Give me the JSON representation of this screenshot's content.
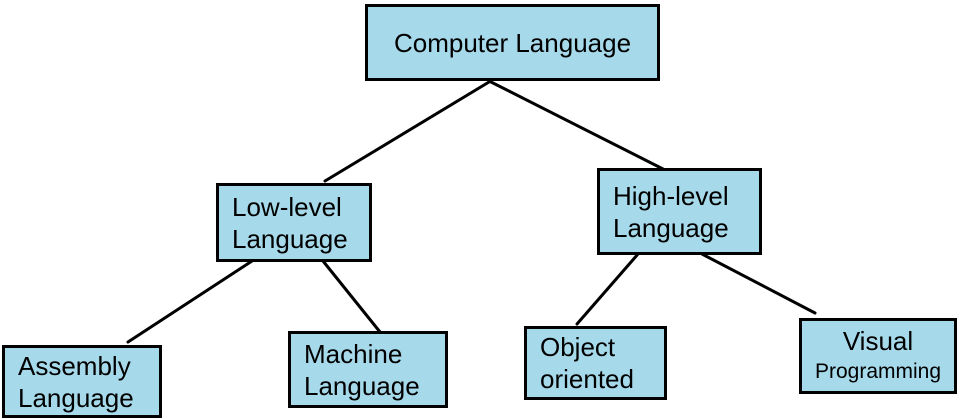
{
  "diagram": {
    "type": "tree",
    "description": "Classification tree of computer languages",
    "nodes": {
      "root": {
        "label": "Computer Language"
      },
      "low": {
        "line1": "Low-level",
        "line2": "Language"
      },
      "high": {
        "line1": "High-level",
        "line2": "Language"
      },
      "assembly": {
        "line1": "Assembly",
        "line2": "Language"
      },
      "machine": {
        "line1": "Machine",
        "line2": "Language"
      },
      "object": {
        "line1": "Object",
        "line2": "oriented"
      },
      "visual": {
        "line1": "Visual",
        "line2": "Programming"
      }
    },
    "edges": [
      {
        "from": "root",
        "to": "low"
      },
      {
        "from": "root",
        "to": "high"
      },
      {
        "from": "low",
        "to": "assembly"
      },
      {
        "from": "low",
        "to": "machine"
      },
      {
        "from": "high",
        "to": "object"
      },
      {
        "from": "high",
        "to": "visual"
      }
    ],
    "colors": {
      "node_fill": "#a6d9ea",
      "node_border": "#000000",
      "edge": "#000000",
      "background": "#ffffff",
      "text": "#000000"
    }
  }
}
